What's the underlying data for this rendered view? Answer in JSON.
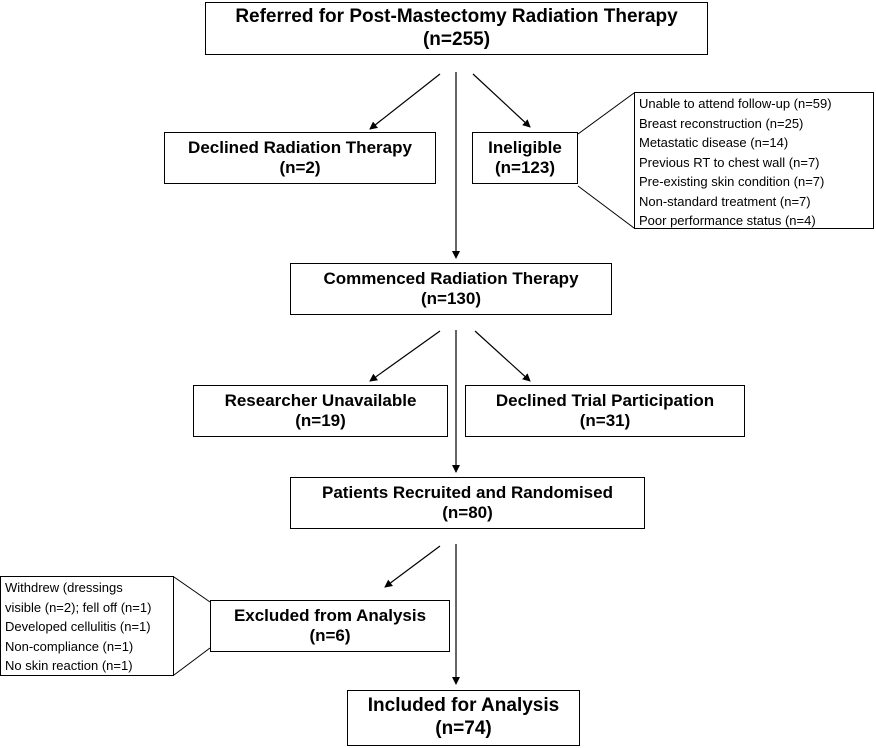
{
  "boxes": {
    "referred": {
      "title": "Referred for Post-Mastectomy Radiation Therapy",
      "n": "(n=255)"
    },
    "declined_rt": {
      "title": "Declined Radiation Therapy",
      "n": "(n=2)"
    },
    "ineligible": {
      "title": "Ineligible",
      "n": "(n=123)"
    },
    "commenced": {
      "title": "Commenced Radiation Therapy",
      "n": "(n=130)"
    },
    "researcher_unavailable": {
      "title": "Researcher Unavailable",
      "n": "(n=19)"
    },
    "declined_trial": {
      "title": "Declined Trial Participation",
      "n": "(n=31)"
    },
    "recruited": {
      "title": "Patients Recruited and Randomised",
      "n": "(n=80)"
    },
    "excluded": {
      "title": "Excluded from Analysis",
      "n": "(n=6)"
    },
    "included": {
      "title": "Included for Analysis",
      "n": "(n=74)"
    }
  },
  "ineligible_reasons": [
    "Unable to attend follow-up (n=59)",
    "Breast reconstruction (n=25)",
    "Metastatic disease (n=14)",
    "Previous RT to chest wall (n=7)",
    "Pre-existing skin condition (n=7)",
    "Non-standard treatment (n=7)",
    "Poor performance status (n=4)"
  ],
  "excluded_reasons": [
    "Withdrew (dressings",
    "visible (n=2); fell off (n=1)",
    "Developed cellulitis (n=1)",
    "Non-compliance (n=1)",
    "No skin reaction (n=1)"
  ]
}
